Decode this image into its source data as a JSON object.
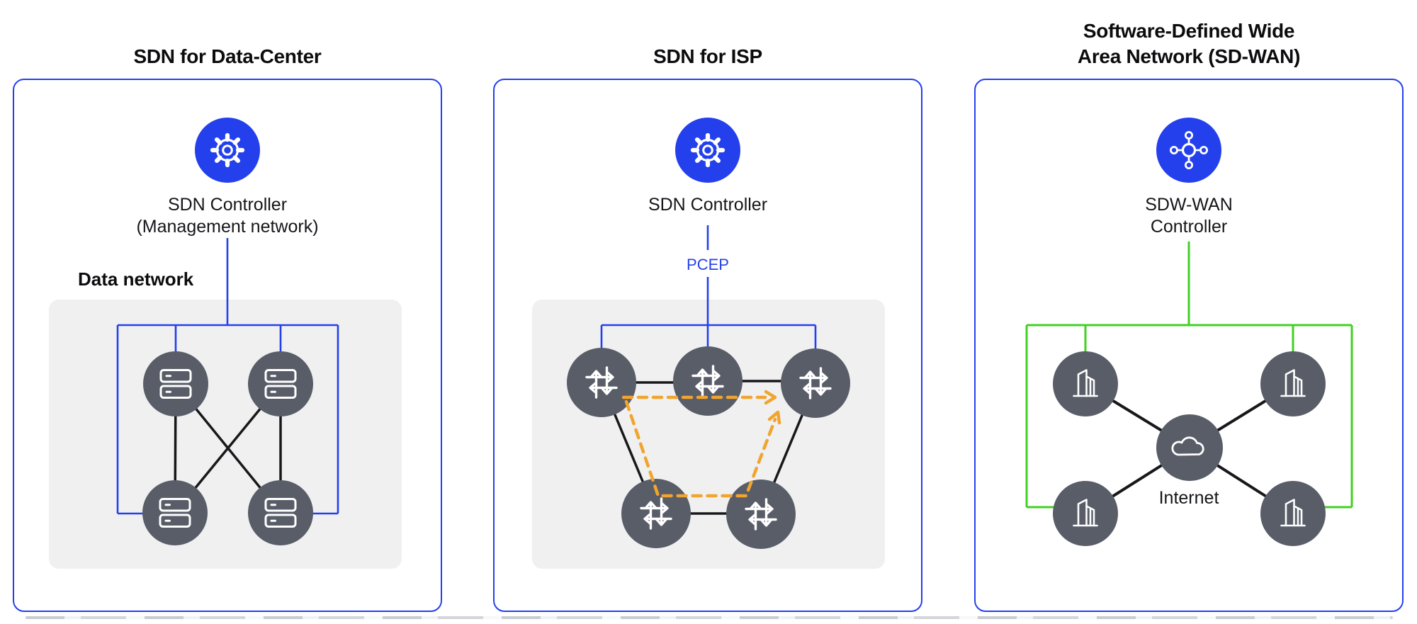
{
  "colors": {
    "blue": "#2440ec",
    "green": "#42d122",
    "orange": "#f1a42e",
    "node": "#585d68",
    "panelgray": "#f0f0f1",
    "ink": "#0c0c0e",
    "line": "#18181b"
  },
  "panels": {
    "datacenter": {
      "title": "SDN for Data-Center",
      "controller_icon": "gear-icon",
      "controller_label": "SDN Controller\n(Management network)",
      "network_label": "Data network",
      "node_type": "server",
      "node_count": 4
    },
    "isp": {
      "title": "SDN for ISP",
      "controller_icon": "gear-icon",
      "controller_label": "SDN Controller",
      "protocol_label": "PCEP",
      "node_type": "router",
      "node_count": 5
    },
    "sdwan": {
      "title": "Software-Defined Wide\nArea Network (SD-WAN)",
      "controller_icon": "hub-icon",
      "controller_label": "SDW-WAN\nController",
      "center_label": "Internet",
      "node_type": "building",
      "node_count": 4
    }
  }
}
